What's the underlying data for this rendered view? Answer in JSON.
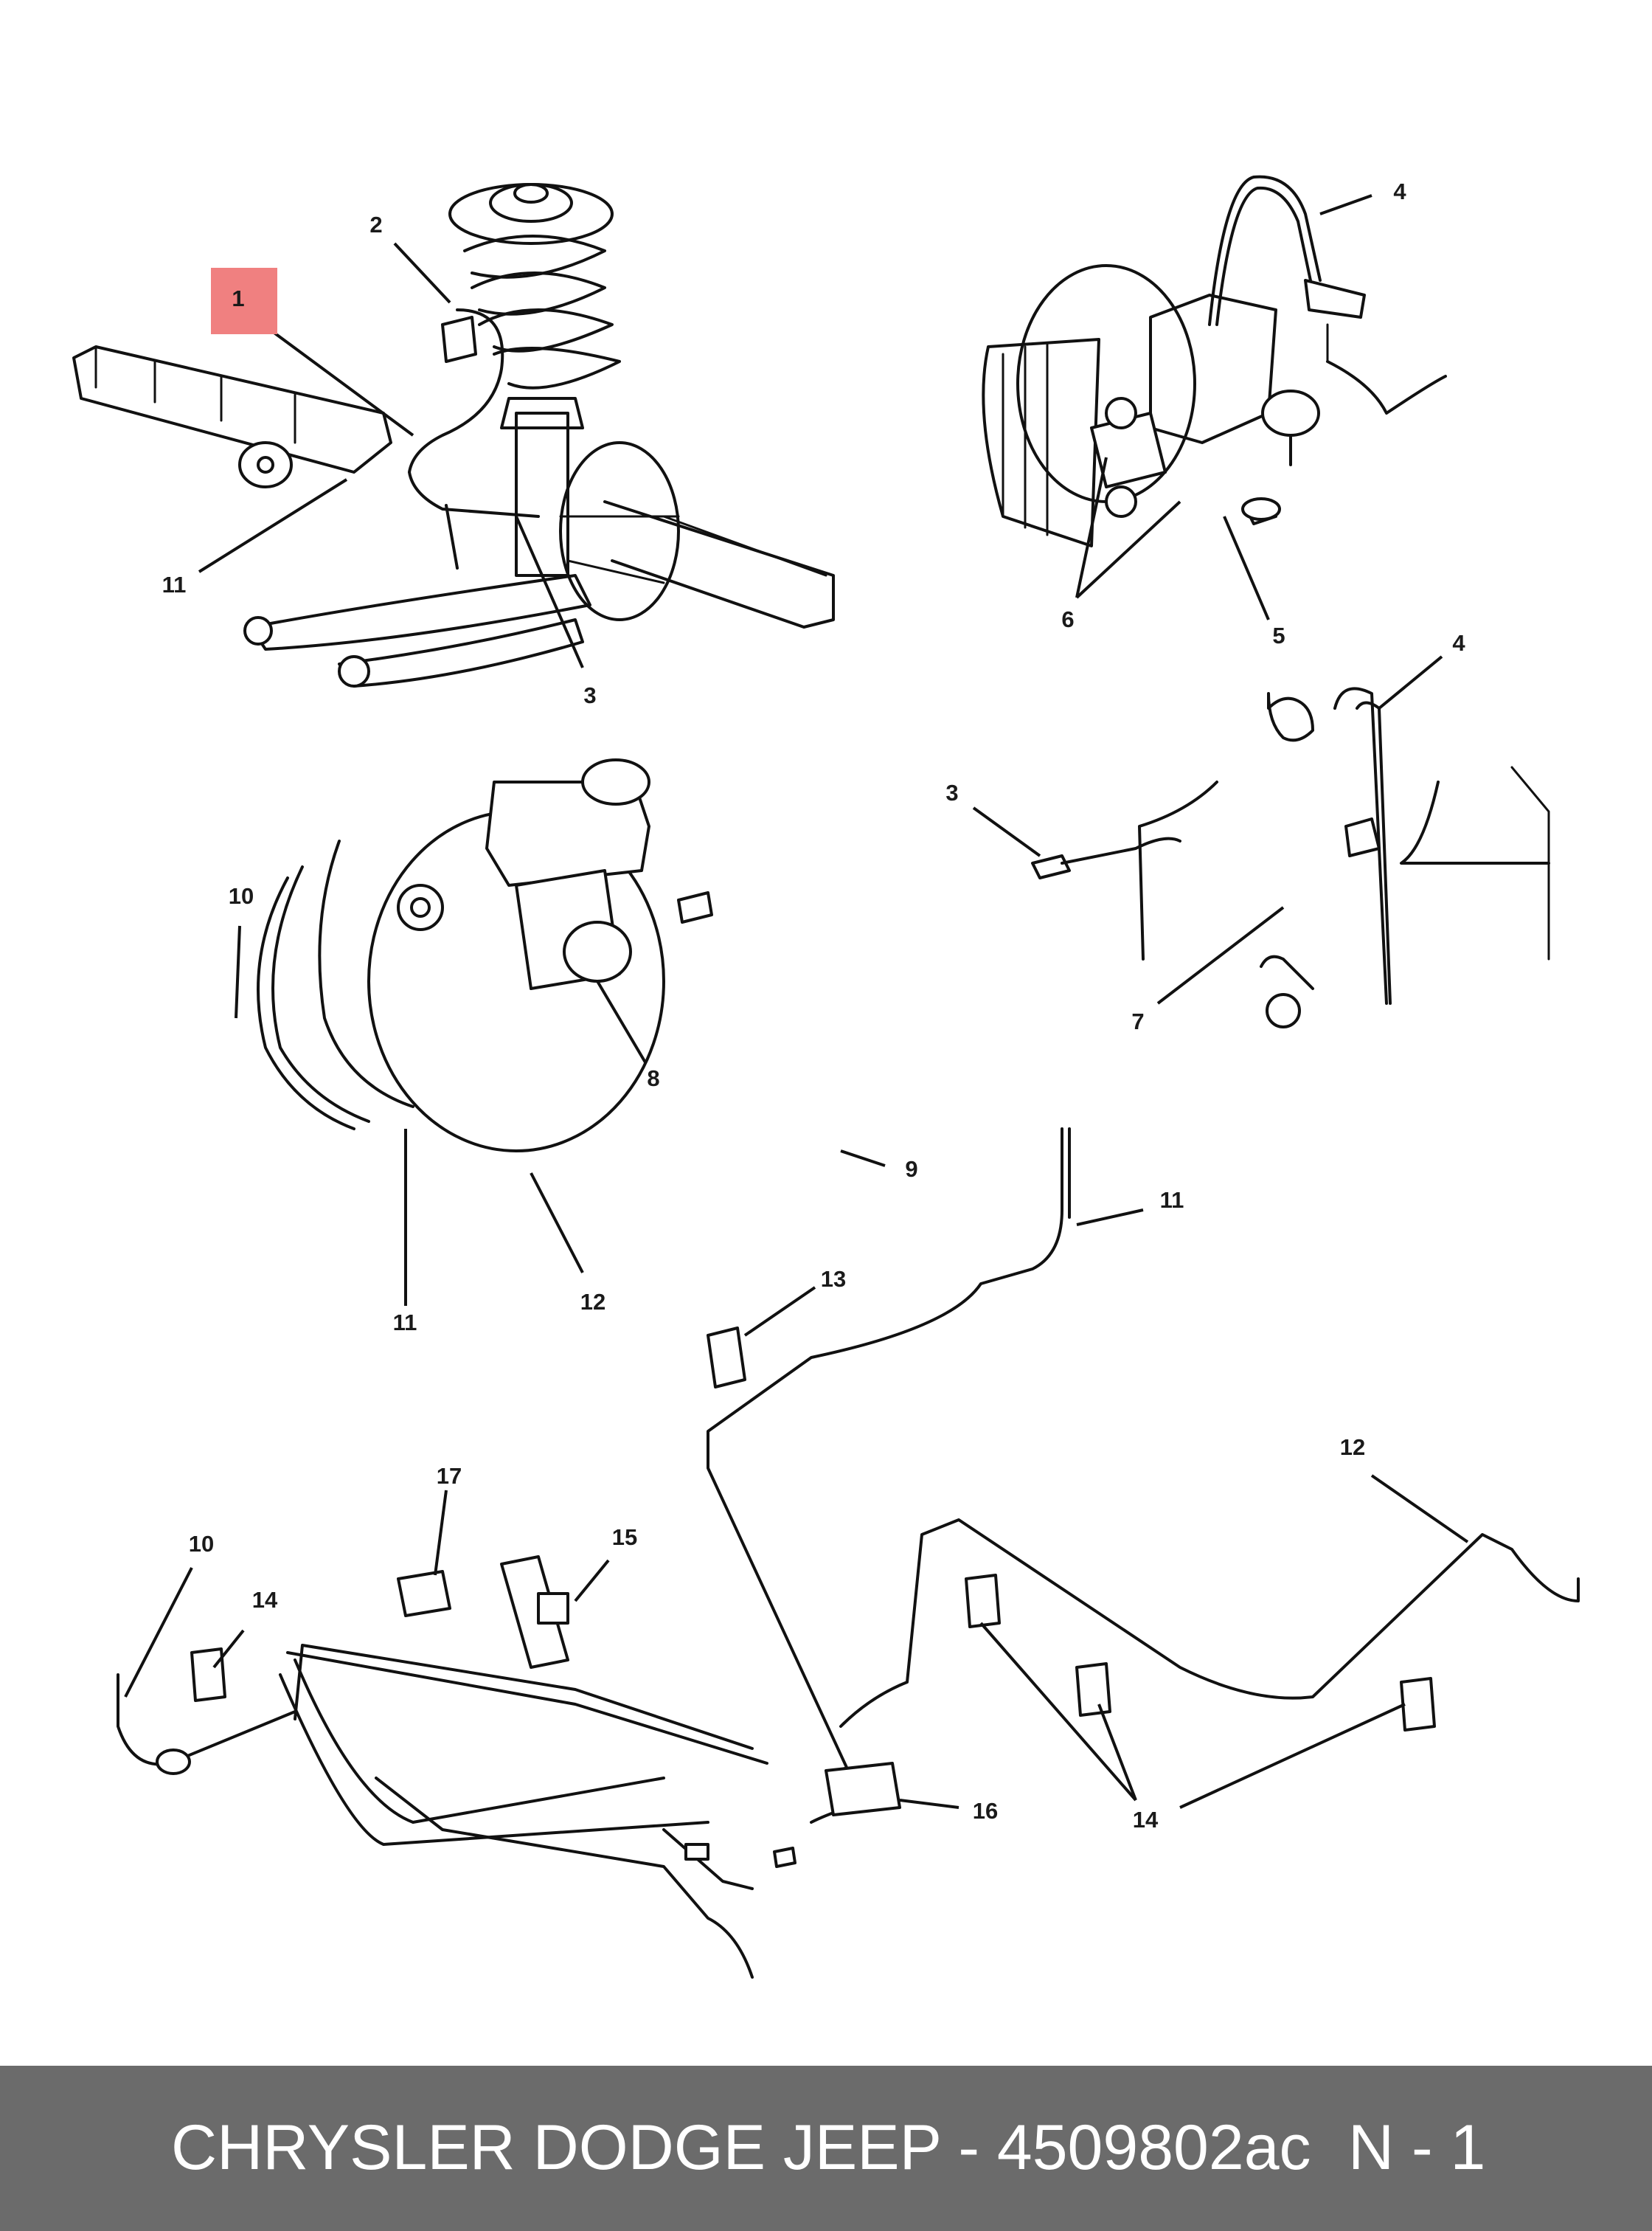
{
  "footer": {
    "title": "CHRYSLER DODGE JEEP - 4509802ac",
    "page": "N - 1"
  },
  "callouts": [
    {
      "id": "c1",
      "text": "1"
    },
    {
      "id": "c2",
      "text": "2"
    },
    {
      "id": "c3a",
      "text": "3"
    },
    {
      "id": "c11a",
      "text": "11"
    },
    {
      "id": "c4a",
      "text": "4"
    },
    {
      "id": "c5",
      "text": "5"
    },
    {
      "id": "c6",
      "text": "6"
    },
    {
      "id": "c3b",
      "text": "3"
    },
    {
      "id": "c4b",
      "text": "4"
    },
    {
      "id": "c7",
      "text": "7"
    },
    {
      "id": "c10a",
      "text": "10"
    },
    {
      "id": "c8",
      "text": "8"
    },
    {
      "id": "c9",
      "text": "9"
    },
    {
      "id": "c11b",
      "text": "11"
    },
    {
      "id": "c12a",
      "text": "12"
    },
    {
      "id": "c11c",
      "text": "11"
    },
    {
      "id": "c13",
      "text": "13"
    },
    {
      "id": "c12b",
      "text": "12"
    },
    {
      "id": "c17",
      "text": "17"
    },
    {
      "id": "c15",
      "text": "15"
    },
    {
      "id": "c10b",
      "text": "10"
    },
    {
      "id": "c14a",
      "text": "14"
    },
    {
      "id": "c16",
      "text": "16"
    },
    {
      "id": "c14b",
      "text": "14"
    }
  ],
  "colors": {
    "highlight": "#f08080",
    "footer_bg": "#6b6b6b",
    "footer_text": "#ffffff",
    "line": "#111111"
  }
}
